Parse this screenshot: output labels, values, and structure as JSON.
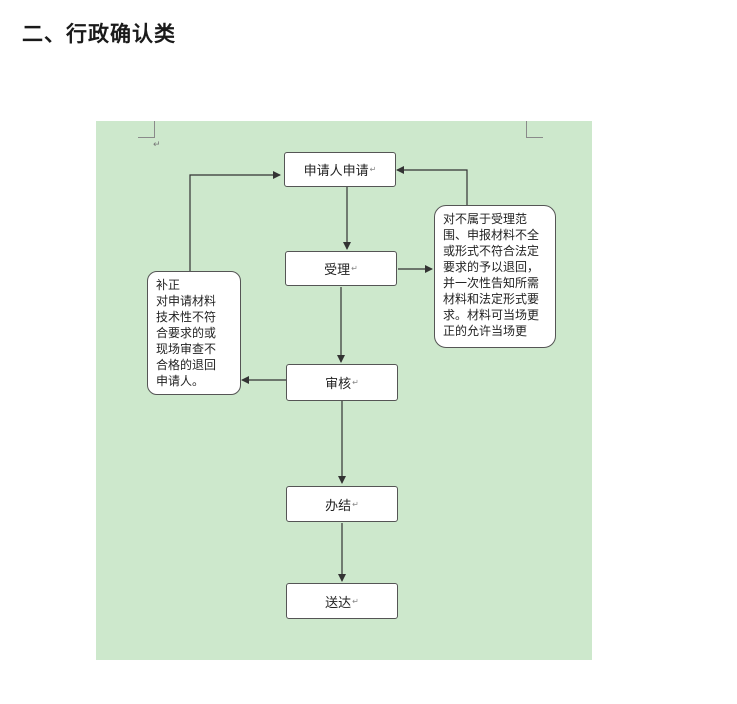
{
  "page": {
    "heading": "二、行政确认类"
  },
  "diagram": {
    "nodes": {
      "apply": "申请人申请",
      "accept": "受理",
      "review": "审核",
      "complete": "办结",
      "deliver": "送达"
    },
    "notes": {
      "reject_note": "对不属于受理范\n围、申报材料不全\n或形式不符合法定\n要求的予以退回，\n并一次性告知所需\n材料和法定形式要\n求。材料可当场更\n正的允许当场更",
      "correction_note": "补正\n对申请材料\n技术性不符\n合要求的或\n现场审查不\n合格的退回\n申请人。"
    },
    "paragraph_mark": "↵"
  }
}
